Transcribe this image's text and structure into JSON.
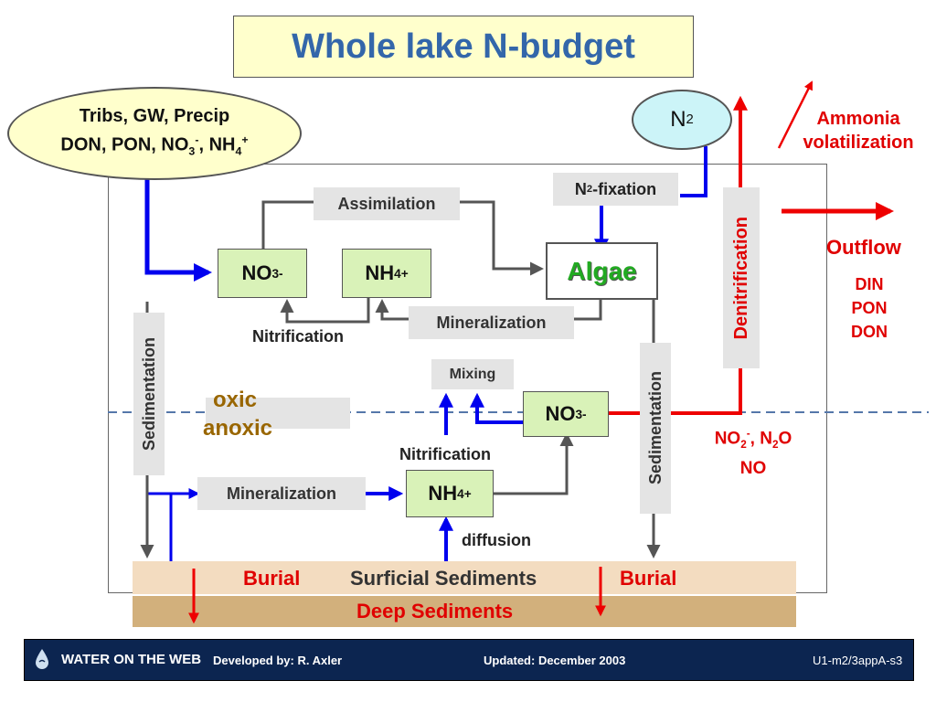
{
  "title": "Whole lake N-budget",
  "inputs": {
    "line1": "Tribs, GW, Precip",
    "line2_prefix": "DON, PON, NO",
    "line2_mid": ", NH"
  },
  "chem": {
    "n": "N",
    "sub2": "2",
    "sub3": "3",
    "sub4": "4",
    "minus": "-",
    "plus": "+"
  },
  "atmosphere": {
    "n2_label": "N",
    "ammonia_line1": "Ammonia",
    "ammonia_line2": "volatilization"
  },
  "processes": {
    "assimilation": "Assimilation",
    "n2_fixation_prefix": "N",
    "n2_fixation_suffix": "-fixation",
    "mineralization_upper": "Mineralization",
    "nitrification_upper": "Nitrification",
    "mixing": "Mixing",
    "nitrification_lower": "Nitrification",
    "mineralization_lower": "Mineralization",
    "diffusion": "diffusion",
    "sedimentation_left": "Sedimentation",
    "sedimentation_right": "Sedimentation",
    "denitrification": "Denitrification"
  },
  "pools": {
    "no3_upper": "NO",
    "nh4_upper": "NH",
    "algae": "Algae",
    "no3_lower": "NO",
    "nh4_lower": "NH"
  },
  "zones": {
    "oxic": "oxic",
    "anoxic": "anoxic"
  },
  "outflow": {
    "label": "Outflow",
    "items": [
      "DIN",
      "PON",
      "DON"
    ]
  },
  "denit_products": {
    "line1_a": "NO",
    "line1_b": ", N",
    "line1_c": "O",
    "line2": "NO"
  },
  "sediments": {
    "burial": "Burial",
    "surficial": "Surficial Sediments",
    "deep": "Deep Sediments"
  },
  "footer": {
    "logo": "WATER ON THE WEB",
    "developed": "Developed by:  R. Axler",
    "updated": "Updated: December 2003",
    "code": "U1-m2/3appA-s3"
  },
  "colors": {
    "title_blue": "#3366aa",
    "flow_blue": "#0000ee",
    "flow_red": "#ee0000",
    "flow_grey": "#555555",
    "algae_green": "#22aa22",
    "oxic_brown": "#996600",
    "footer_navy": "#0c2550"
  }
}
